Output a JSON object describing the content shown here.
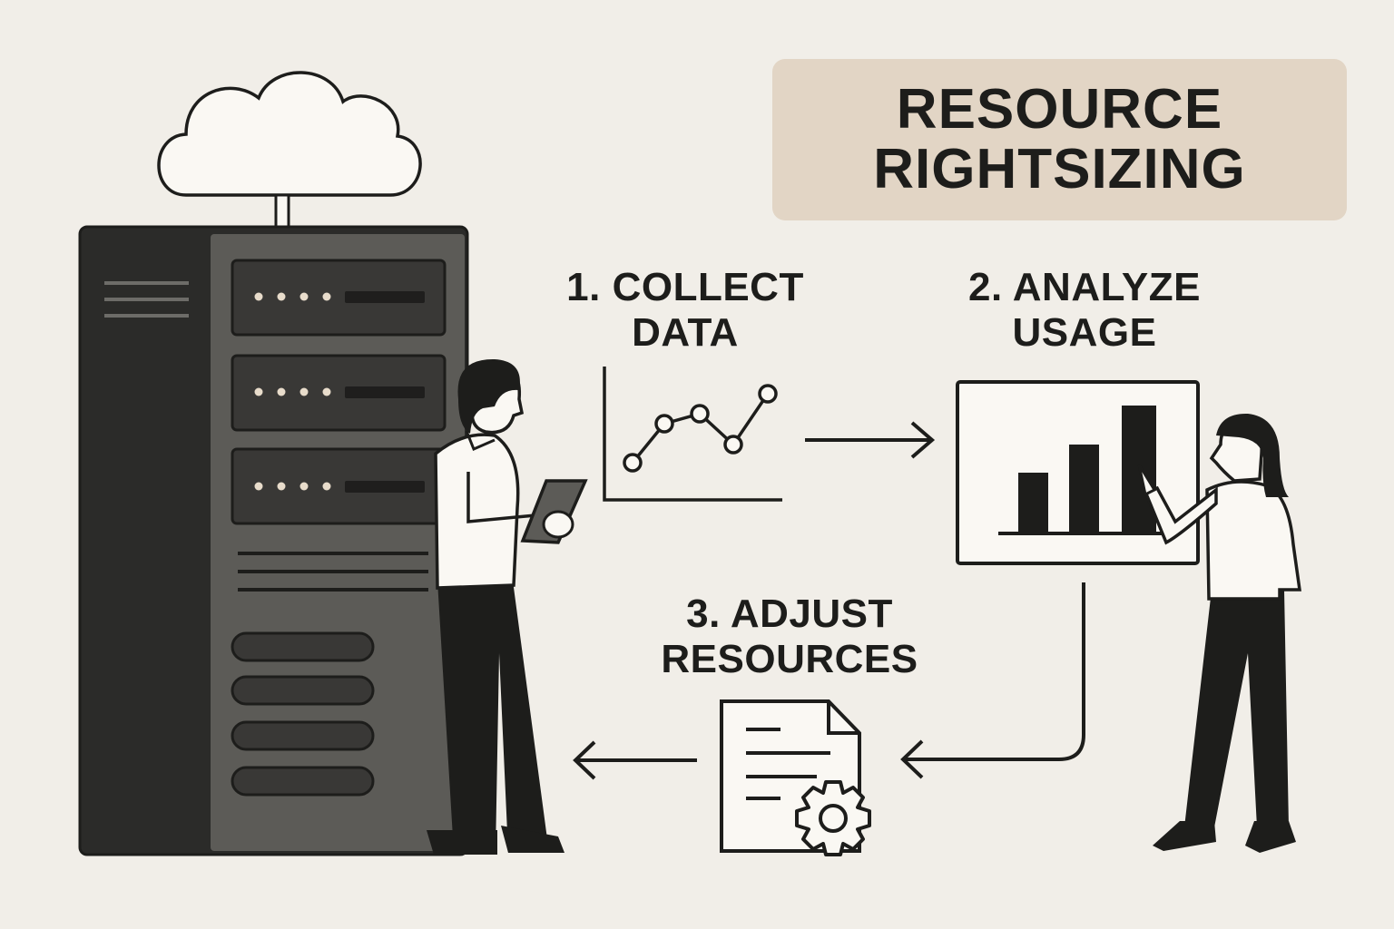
{
  "title": {
    "line1": "RESOURCE",
    "line2": "RIGHTSIZING"
  },
  "steps": [
    {
      "line1": "1. COLLECT",
      "line2": "DATA"
    },
    {
      "line1": "2. ANALYZE",
      "line2": "USAGE"
    },
    {
      "line1": "3. ADJUST",
      "line2": "RESOURCES"
    }
  ],
  "colors": {
    "background": "#f1eee8",
    "title_box": "#e2d5c5",
    "ink": "#1d1d1b",
    "server_dark": "#2b2b29",
    "server_panel": "#5a5955",
    "paper": "#faf8f3"
  },
  "icons": [
    "cloud-icon",
    "server-rack-icon",
    "line-chart-icon",
    "bar-chart-board-icon",
    "document-gear-icon",
    "arrow-right-icon",
    "arrow-left-icon"
  ]
}
